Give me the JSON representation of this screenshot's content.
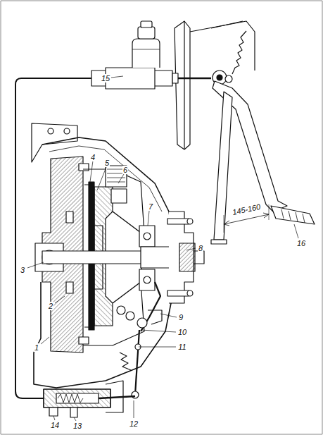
{
  "diagram": {
    "labels": [
      "15",
      "4",
      "5",
      "6",
      "7",
      "145-160",
      "16",
      "8",
      "3",
      "2",
      "9",
      "10",
      "11",
      "1",
      "12",
      "14",
      "13"
    ]
  }
}
